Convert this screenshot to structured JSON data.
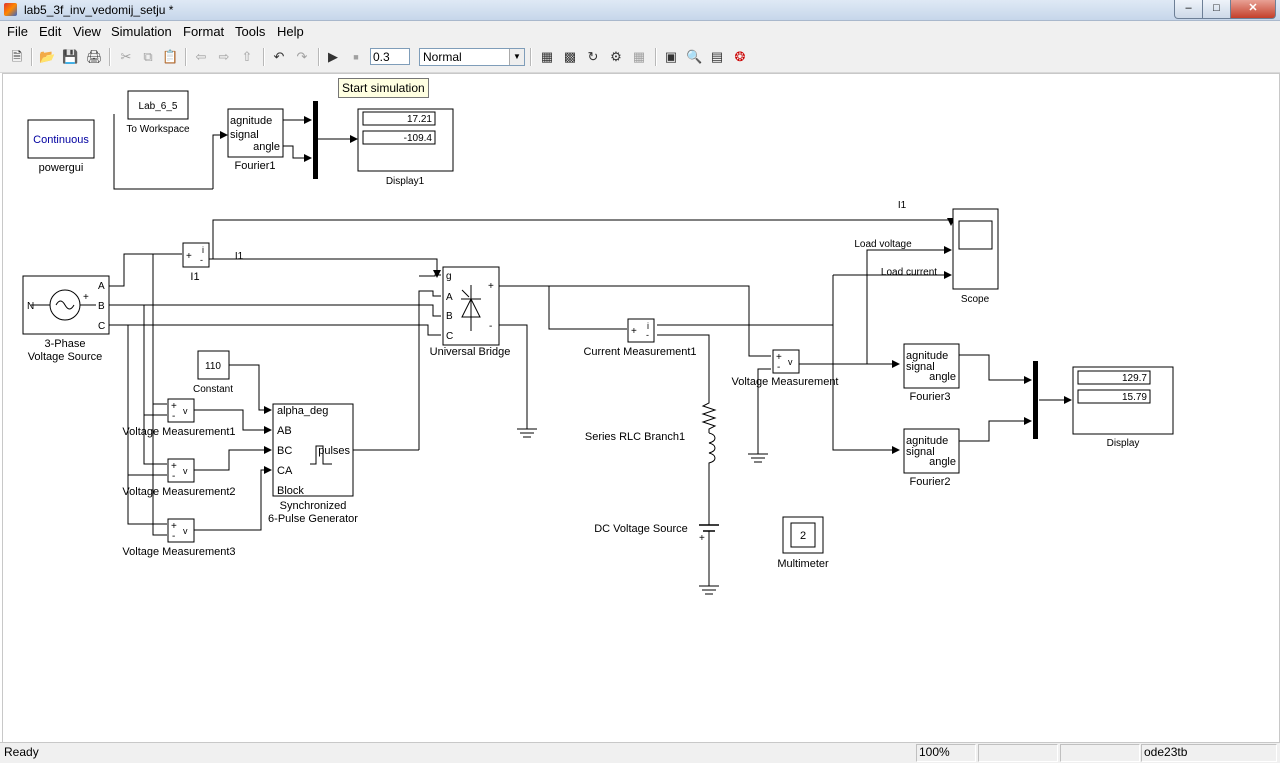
{
  "window": {
    "title": "lab5_3f_inv_vedomij_setju *"
  },
  "menu": [
    "File",
    "Edit",
    "View",
    "Simulation",
    "Format",
    "Tools",
    "Help"
  ],
  "toolbar": {
    "stop_time": "0.3",
    "sim_mode": "Normal"
  },
  "tooltip": "Start simulation",
  "blocks": {
    "powergui": {
      "text": "Continuous",
      "name": "powergui"
    },
    "to_workspace": {
      "var": "Lab_6_5",
      "name": "To Workspace"
    },
    "fourier1": {
      "name": "Fourier1",
      "magnitude": "agnitude",
      "signal": "signal",
      "angle": "angle"
    },
    "display1": {
      "name": "Display1",
      "value1": "17.21",
      "value2": "-109.4"
    },
    "scope": {
      "name": "Scope"
    },
    "source": {
      "name_line1": "3-Phase",
      "name_line2": "Voltage Source",
      "port_a": "A",
      "port_b": "B",
      "port_c": "C",
      "port_n": "N"
    },
    "i1_meas": {
      "name": "I1"
    },
    "bridge": {
      "name": "Universal Bridge",
      "port_g": "g",
      "port_a": "A",
      "port_b": "B",
      "port_c": "C"
    },
    "current_meas1": {
      "name": "Current Measurement1"
    },
    "voltage_meas": {
      "name": "Voltage Measurement"
    },
    "constant": {
      "value": "110",
      "name": "Constant"
    },
    "vm1": {
      "name": "Voltage Measurement1"
    },
    "vm2": {
      "name": "Voltage Measurement2"
    },
    "vm3": {
      "name": "Voltage Measurement3"
    },
    "pulse_gen": {
      "name_line1": "Synchronized",
      "name_line2": "6-Pulse Generator",
      "in1": "alpha_deg",
      "in2": "AB",
      "in3": "BC",
      "in4": "CA",
      "in5": "Block",
      "out": "pulses"
    },
    "rlc": {
      "name": "Series RLC Branch1"
    },
    "dc_source": {
      "name": "DC Voltage Source"
    },
    "multimeter": {
      "name": "Multimeter",
      "value": "2"
    },
    "fourier3": {
      "name": "Fourier3",
      "magnitude": "agnitude",
      "signal": "signal",
      "angle": "angle"
    },
    "fourier2": {
      "name": "Fourier2",
      "magnitude": "agnitude",
      "signal": "signal",
      "angle": "angle"
    },
    "display": {
      "name": "Display",
      "value1": "129.7",
      "value2": "15.79"
    }
  },
  "signals": {
    "i1_top": "I1",
    "i1_line": "I1",
    "load_voltage": "Load voltage",
    "load_current": "Load current"
  },
  "status": {
    "text": "Ready",
    "zoom": "100%",
    "solver": "ode23tb"
  }
}
